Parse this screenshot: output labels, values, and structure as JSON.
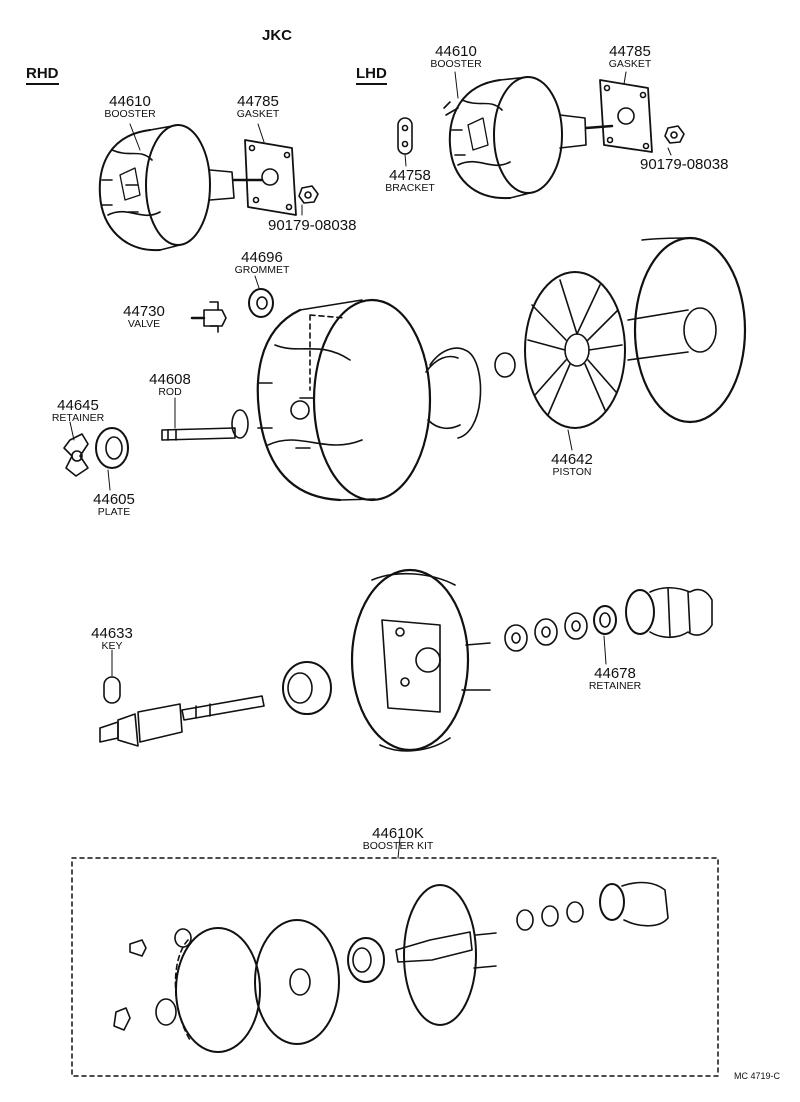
{
  "header": {
    "engine": "JKC",
    "rhd": "RHD",
    "lhd": "LHD"
  },
  "parts": {
    "booster_rhd": {
      "number": "44610",
      "name": "BOOSTER"
    },
    "gasket_rhd": {
      "number": "44785",
      "name": "GASKET"
    },
    "nut_rhd": {
      "number": "90179-08038"
    },
    "booster_lhd": {
      "number": "44610",
      "name": "BOOSTER"
    },
    "gasket_lhd": {
      "number": "44785",
      "name": "GASKET"
    },
    "nut_lhd": {
      "number": "90179-08038"
    },
    "bracket": {
      "number": "44758",
      "name": "BRACKET"
    },
    "grommet": {
      "number": "44696",
      "name": "GROMMET"
    },
    "valve": {
      "number": "44730",
      "name": "VALVE"
    },
    "rod": {
      "number": "44608",
      "name": "ROD"
    },
    "retainer_small": {
      "number": "44645",
      "name": "RETAINER"
    },
    "plate": {
      "number": "44605",
      "name": "PLATE"
    },
    "piston": {
      "number": "44642",
      "name": "PISTON"
    },
    "key": {
      "number": "44633",
      "name": "KEY"
    },
    "retainer_rear": {
      "number": "44678",
      "name": "RETAINER"
    },
    "booster_kit": {
      "number": "44610K",
      "name": "BOOSTER KIT"
    }
  },
  "footer": {
    "ref": "MC 4719-C"
  }
}
